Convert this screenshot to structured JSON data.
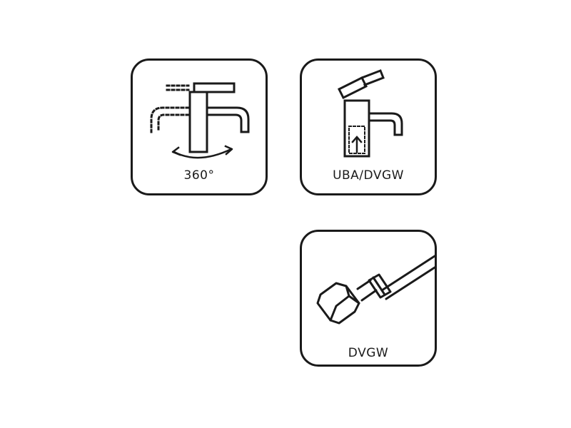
{
  "tiles": {
    "rotation": {
      "caption": "360°",
      "icon": "swivel-spout-faucet-icon"
    },
    "uba": {
      "caption": "UBA/DVGW",
      "icon": "faucet-lever-icon"
    },
    "hose": {
      "caption": "DVGW",
      "icon": "flexible-hose-icon"
    }
  },
  "colors": {
    "stroke": "#1a1a1a",
    "background": "#ffffff"
  }
}
